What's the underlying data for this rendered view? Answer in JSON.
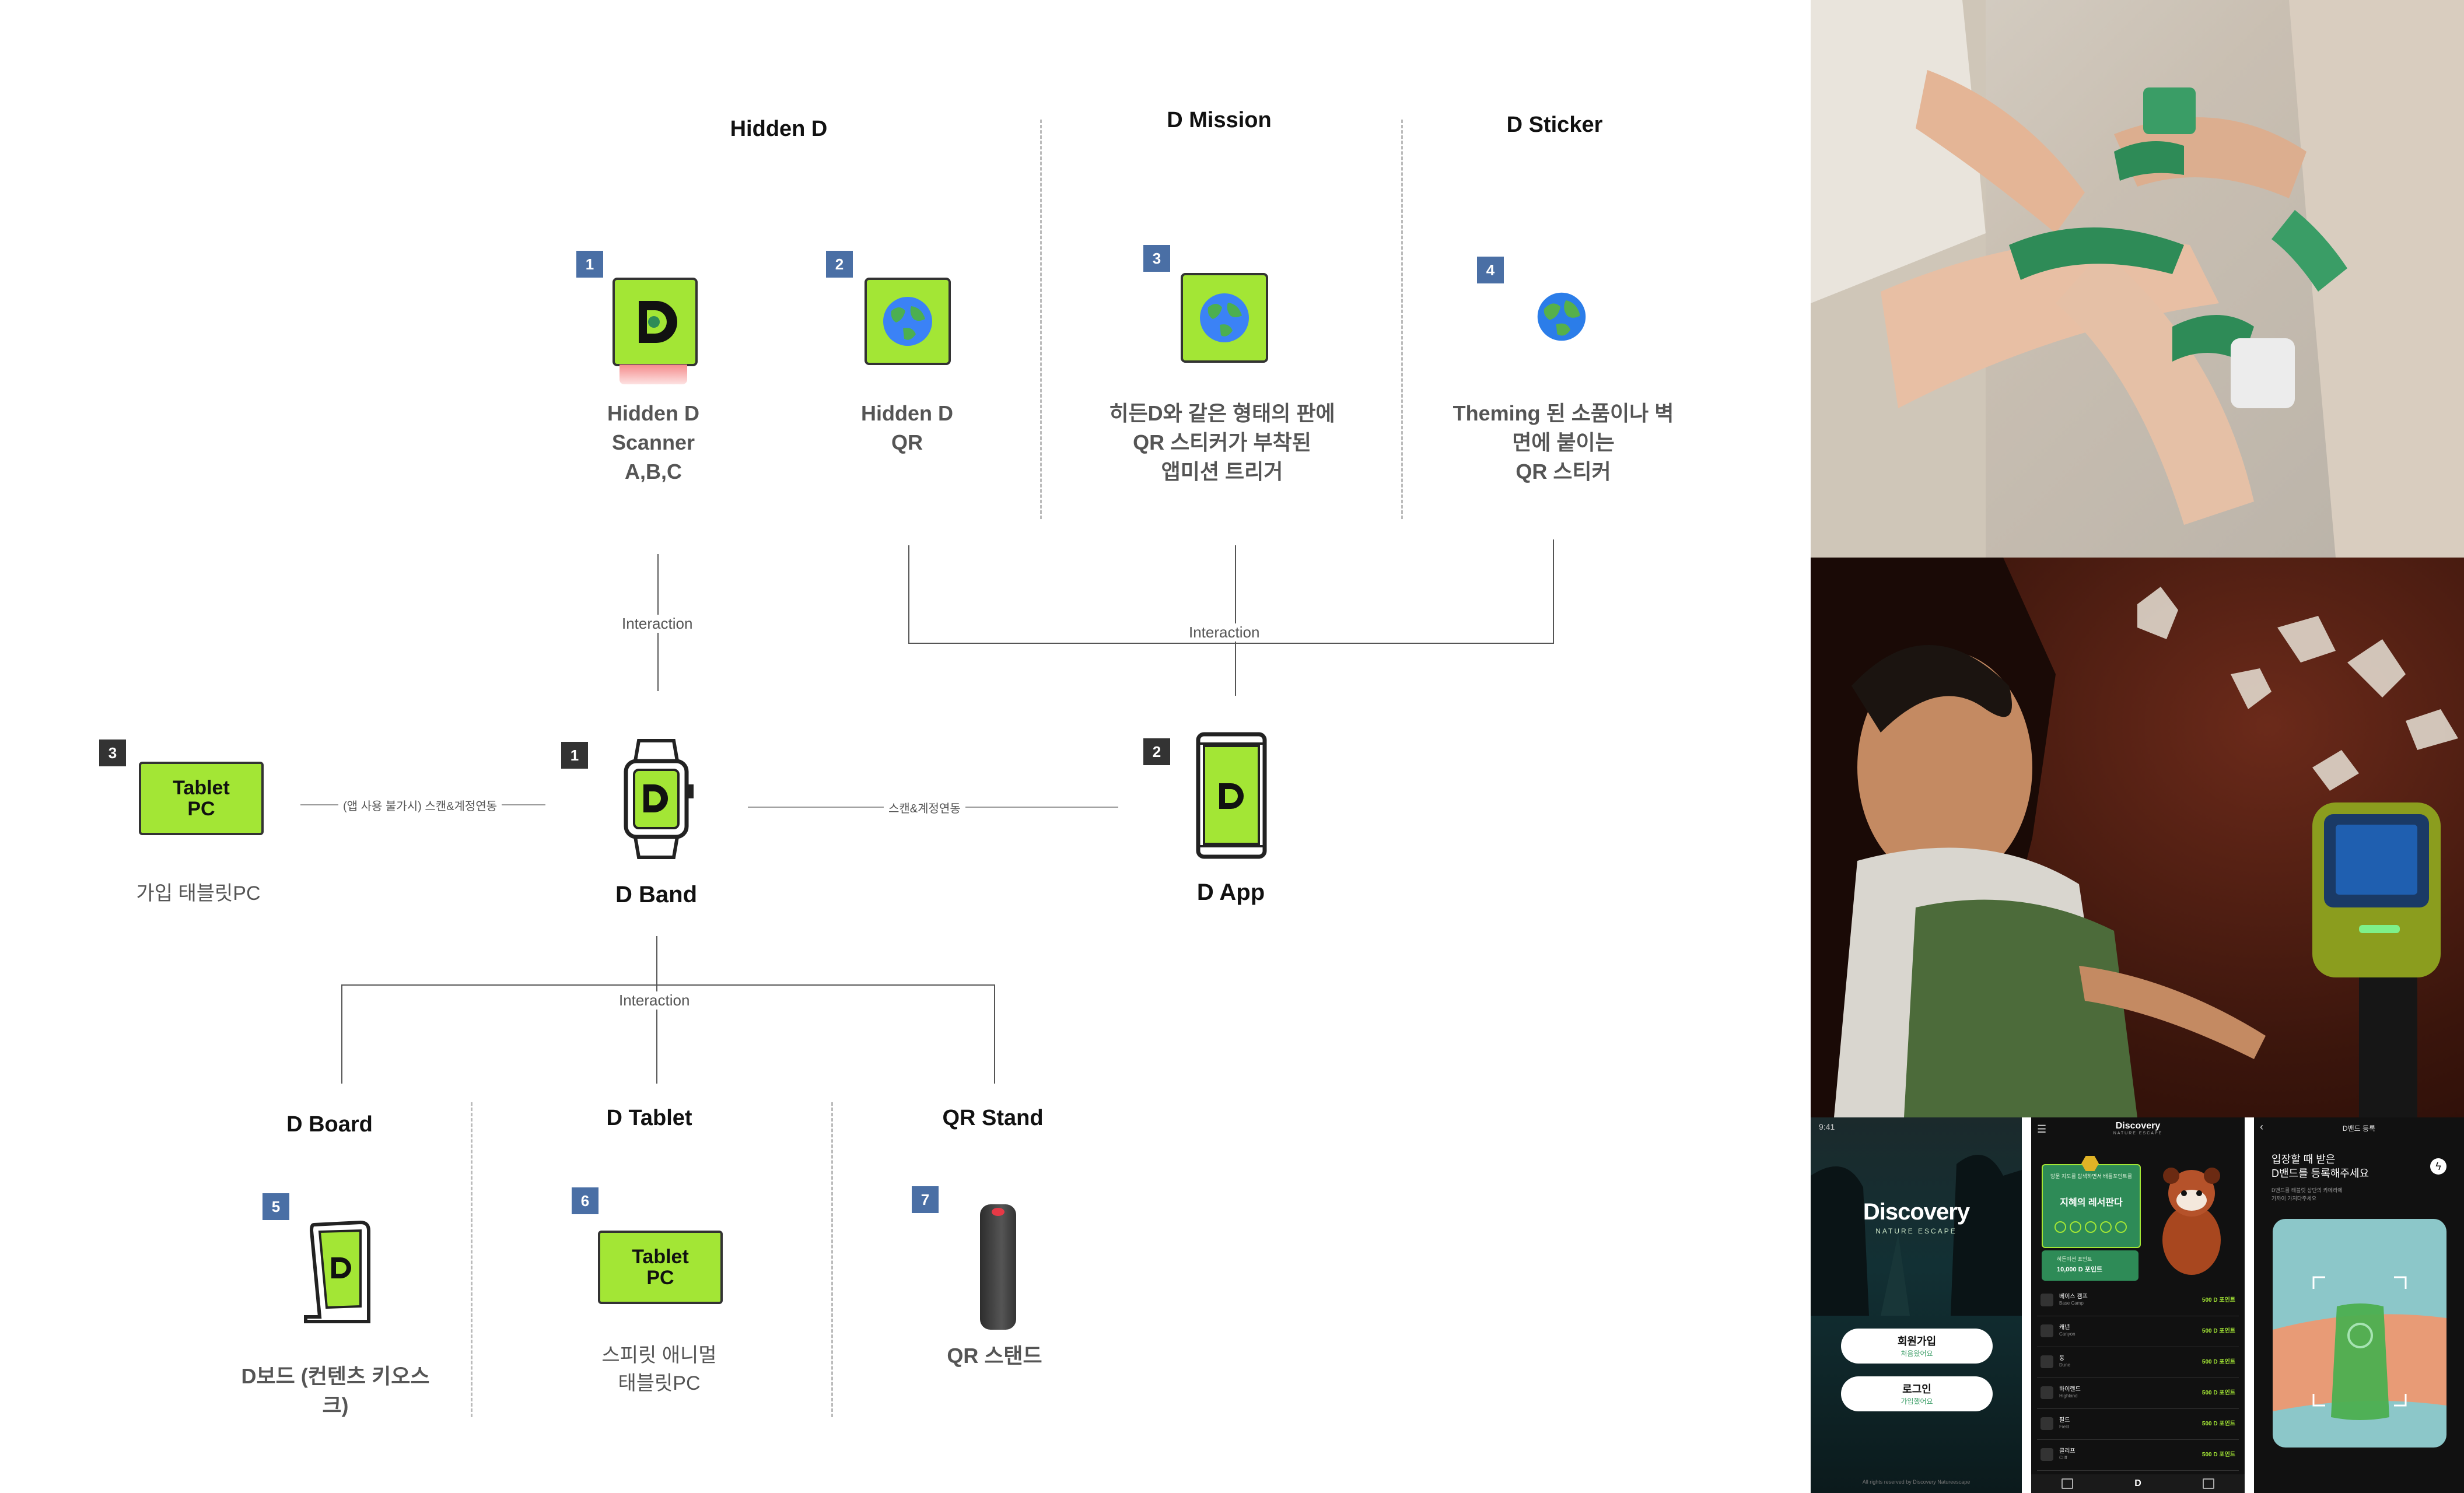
{
  "sections_top": {
    "hidden_d": "Hidden D",
    "d_mission": "D Mission",
    "d_sticker": "D Sticker"
  },
  "sections_bottom": {
    "d_board": "D Board",
    "d_tablet": "D Tablet",
    "qr_stand": "QR Stand"
  },
  "top_items": [
    {
      "badge": "1",
      "label": "Hidden D\nScanner\nA,B,C",
      "icon": "d-logo-scanner-icon"
    },
    {
      "badge": "2",
      "label": "Hidden D\nQR",
      "icon": "globe-icon"
    },
    {
      "badge": "3",
      "label": "히든D와 같은 형태의 판에\nQR 스티커가 부착된\n앱미션 트리거",
      "icon": "globe-icon"
    },
    {
      "badge": "4",
      "label": "Theming 된 소품이나 벽\n면에 붙이는\nQR 스티커",
      "icon": "globe-emoji-icon"
    }
  ],
  "interaction_label": "Interaction",
  "middle": {
    "tablet_badge": "3",
    "tablet_text": "Tablet\nPC",
    "tablet_label": "가입 태블릿PC",
    "scan_note_left": "(앱 사용 불가시) 스캔&계정연동",
    "band_badge": "1",
    "band_label": "D Band",
    "scan_note_right": "스캔&계정연동",
    "app_badge": "2",
    "app_label": "D App"
  },
  "bottom_items": [
    {
      "badge": "5",
      "label": "D보드 (컨텐츠 키오스크)"
    },
    {
      "badge": "6",
      "tablet_text": "Tablet\nPC",
      "label": "스피릿 애니멀\n태블릿PC"
    },
    {
      "badge": "7",
      "label": "QR 스탠드"
    }
  ],
  "screens": {
    "login": {
      "status": "9:41",
      "brand": "Discovery",
      "brand_sub": "NATURE ESCAPE",
      "signup": "회원가입",
      "signup_sub": "처음왔어요",
      "login": "로그인",
      "login_sub": "가입했어요",
      "footer": "All rights reserved by Discovery Natureescape"
    },
    "home": {
      "brand": "Discovery",
      "brand_sub": "NATURE ESCAPE",
      "card_small": "방문 지도를 탐색하면서 배틀포인트를",
      "card_title": "지혜의 레서판다",
      "points_label": "히든미션 포인트",
      "points": "10,000 D 포인트",
      "list": [
        {
          "name": "베이스 캠프",
          "sub": "Base Camp",
          "pts": "500 D 포인트"
        },
        {
          "name": "캐년",
          "sub": "Canyon",
          "pts": "500 D 포인트"
        },
        {
          "name": "동",
          "sub": "Dune",
          "pts": "500 D 포인트"
        },
        {
          "name": "하이랜드",
          "sub": "Highland",
          "pts": "500 D 포인트"
        },
        {
          "name": "필드",
          "sub": "Field",
          "pts": "500 D 포인트"
        },
        {
          "name": "클리프",
          "sub": "Cliff",
          "pts": "500 D 포인트"
        }
      ]
    },
    "register": {
      "title": "D밴드 등록",
      "heading": "입장할 때 받은\nD밴드를 등록해주세요",
      "desc": "D밴드를 태블릿 상단의 카메라에\n가까이 가져다주세요"
    }
  },
  "colors": {
    "accent_green": "#a3e635",
    "badge_blue": "#4a6fa5",
    "app_green": "#2e8b57"
  }
}
